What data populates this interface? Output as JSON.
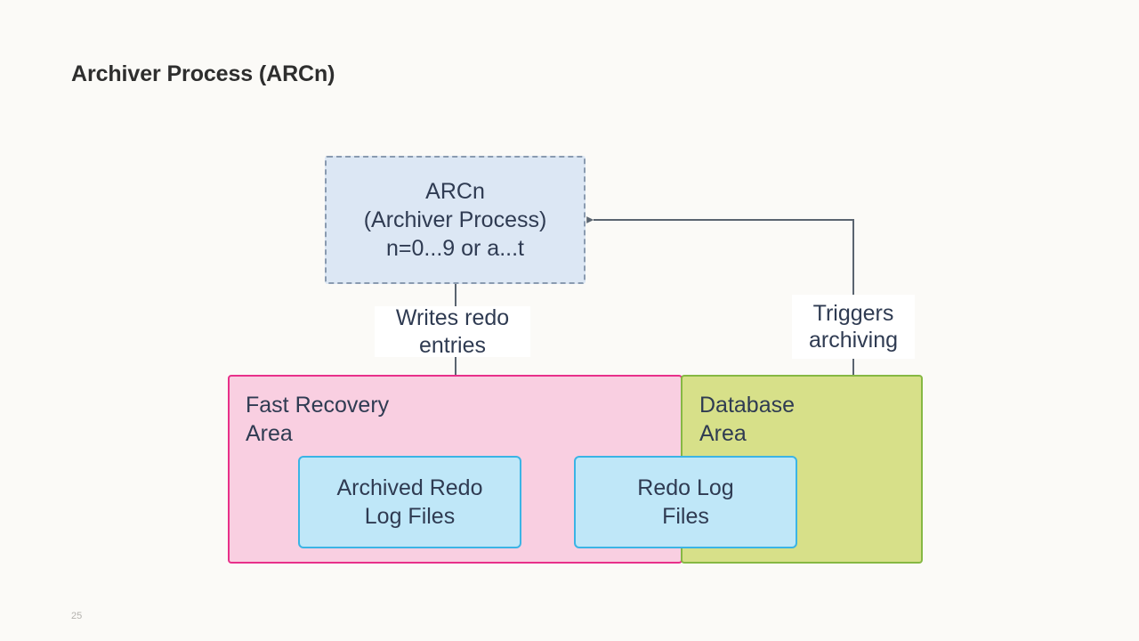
{
  "slide": {
    "title": "Archiver Process (ARCn)",
    "page_number": "25",
    "background_color": "#fbfaf7"
  },
  "diagram": {
    "nodes": {
      "arcn": {
        "label": "ARCn\n(Archiver Process)\nn=0...9 or a...t",
        "fill_color": "#dce7f4",
        "border_color": "#8a9bb0",
        "border_style": "dashed"
      },
      "fast_recovery_area": {
        "label": "Fast Recovery\nArea",
        "fill_color": "#f9cfe1",
        "border_color": "#e8308a"
      },
      "database_area": {
        "label": "Database\nArea",
        "fill_color": "#d7e089",
        "border_color": "#86b843"
      },
      "archived_redo_log_files": {
        "label": "Archived Redo\nLog Files",
        "fill_color": "#bfe7f8",
        "border_color": "#3bb4e5"
      },
      "redo_log_files": {
        "label": "Redo Log\nFiles",
        "fill_color": "#bfe7f8",
        "border_color": "#3bb4e5"
      }
    },
    "edges": [
      {
        "id": "writes-redo-entries",
        "label": "Writes redo\nentries",
        "from": "arcn",
        "to": "archived_redo_log_files",
        "color": "#5a6470"
      },
      {
        "id": "triggers-archiving",
        "label": "Triggers\narchiving",
        "from": "redo_log_files",
        "to": "arcn",
        "color": "#5a6470"
      }
    ]
  }
}
